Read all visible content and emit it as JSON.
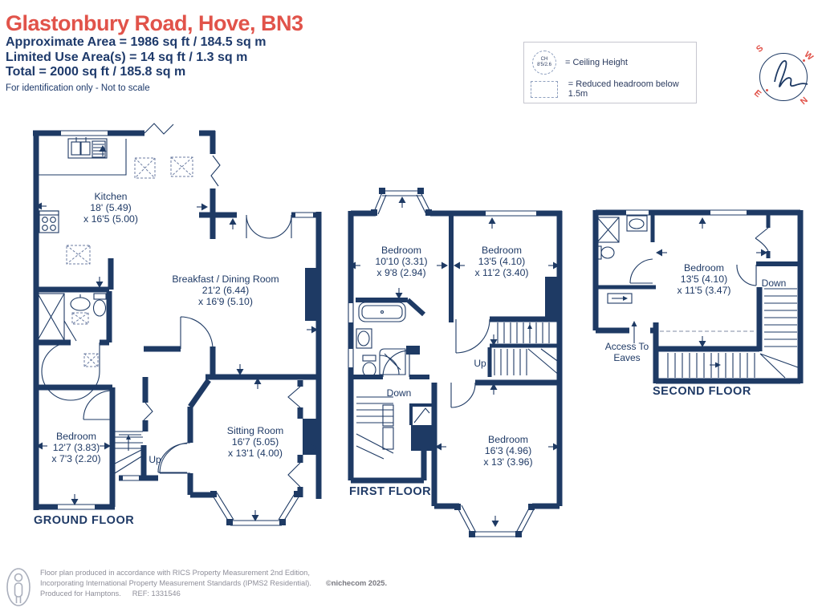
{
  "header": {
    "title": "Glastonbury Road, Hove, BN3",
    "line1": "Approximate Area = 1986 sq ft / 184.5 sq m",
    "line2": "Limited Use Area(s) = 14 sq ft / 1.3 sq m",
    "line3": "Total = 2000 sq ft / 185.8 sq m",
    "disclaimer": "For identification only - Not to scale"
  },
  "legend": {
    "ch_abbr": "CH",
    "ch_example": "8'5/2.6",
    "ceiling_label": "= Ceiling Height",
    "headroom_label": "= Reduced headroom below 1.5m"
  },
  "logo": {
    "monogram": "h",
    "letters": {
      "s": "S",
      "w": "W",
      "n": "N",
      "e": "E"
    }
  },
  "floors": {
    "ground": {
      "label": "GROUND FLOOR",
      "stairs_up": "Up",
      "rooms": [
        {
          "name": "Kitchen",
          "dim1": "18' (5.49)",
          "dim2": "x 16'5 (5.00)"
        },
        {
          "name": "Breakfast / Dining Room",
          "dim1": "21'2 (6.44)",
          "dim2": "x 16'9 (5.10)"
        },
        {
          "name": "Bedroom",
          "dim1": "12'7 (3.83)",
          "dim2": "x 7'3 (2.20)"
        },
        {
          "name": "Sitting Room",
          "dim1": "16'7 (5.05)",
          "dim2": "x 13'1 (4.00)"
        }
      ]
    },
    "first": {
      "label": "FIRST FLOOR",
      "stairs_up": "Up",
      "stairs_down": "Down",
      "rooms": [
        {
          "name": "Bedroom",
          "dim1": "10'10 (3.31)",
          "dim2": "x 9'8 (2.94)"
        },
        {
          "name": "Bedroom",
          "dim1": "13'5 (4.10)",
          "dim2": "x 11'2 (3.40)"
        },
        {
          "name": "Bedroom",
          "dim1": "16'3 (4.96)",
          "dim2": "x 13' (3.96)"
        }
      ]
    },
    "second": {
      "label": "SECOND FLOOR",
      "stairs_down": "Down",
      "eaves_line1": "Access To",
      "eaves_line2": "Eaves",
      "rooms": [
        {
          "name": "Bedroom",
          "dim1": "13'5 (4.10)",
          "dim2": "x 11'5 (3.47)"
        }
      ]
    }
  },
  "footer": {
    "line1": "Floor plan produced in accordance with RICS Property Measurement 2nd Edition,",
    "line2": "Incorporating International Property Measurement Standards (IPMS2 Residential).",
    "copyright": "©nichecom 2025.",
    "line3": "Produced for Hamptons.",
    "ref": "REF: 1331546"
  },
  "colors": {
    "wall_navy": "#1e3a64",
    "accent_red": "#e1534a",
    "footer_gray": "#8e8e99"
  }
}
